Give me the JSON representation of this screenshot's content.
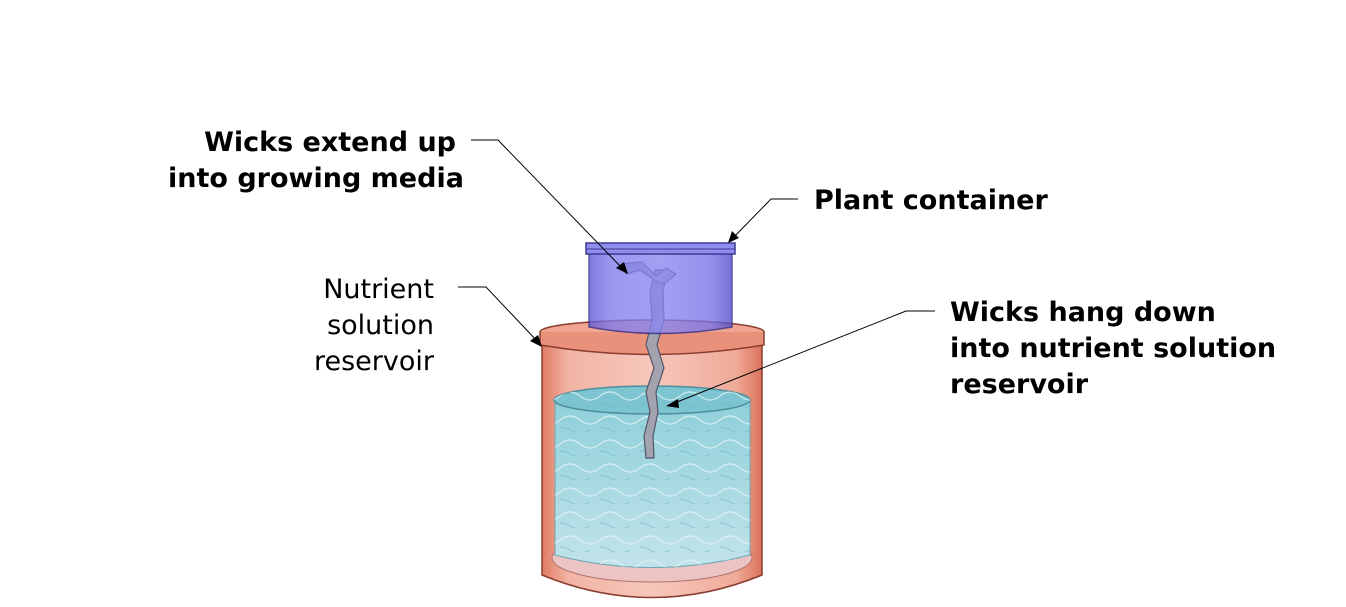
{
  "labels": {
    "wicks_up": [
      "Wicks extend up",
      "into growing media"
    ],
    "plant_container": "Plant container",
    "reservoir": [
      "Nutrient",
      "solution",
      "reservoir"
    ],
    "wicks_down": [
      "Wicks hang down",
      "into nutrient solution",
      "reservoir"
    ]
  },
  "colors": {
    "plant_container": "#6b66e0",
    "reservoir_body": "#e9917a",
    "water": "#7fc6d3",
    "wick": "#9a9aa6"
  }
}
